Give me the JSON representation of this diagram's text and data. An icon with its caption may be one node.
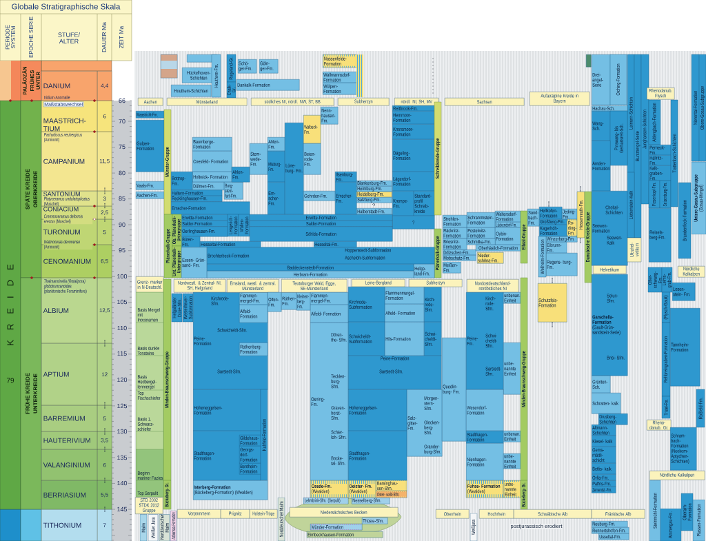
{
  "diagram": {
    "title": "Globale Stratigraphische Skala",
    "nodes": [
      {
        "text": [
          "K R E I D E",
          "79"
        ]
      },
      {
        "text": [
          "PALÄOZÄN",
          "FRÜHES UNTER"
        ]
      },
      {
        "text": [
          "SPÄTE KREIDE",
          "OBERKREIDE"
        ]
      },
      {
        "text": [
          "FRÜHE KREIDE",
          "UNTERKREIDE"
        ]
      },
      {
        "text": [
          "DANIUM"
        ],
        "beside": [
          "4,4"
        ]
      },
      {
        "text": [
          "MAASTRICH- TIUM"
        ],
        "beside": [
          "6"
        ]
      },
      {
        "text": [
          "CAMPANIUM"
        ],
        "beside": [
          "11,5"
        ]
      },
      {
        "text": [
          "SANTONIUM"
        ],
        "beside": [
          "3"
        ]
      },
      {
        "text": [
          "CONIACIUM"
        ],
        "beside": [
          "2,5"
        ]
      },
      {
        "text": [
          "TURONIUM"
        ],
        "beside": [
          "5"
        ]
      },
      {
        "text": [
          "CENOMANIUM"
        ],
        "beside": [
          "6,5"
        ]
      },
      {
        "text": [
          "ALBIUM"
        ],
        "beside": [
          "12,5"
        ]
      },
      {
        "text": [
          "APTIUM"
        ],
        "beside": [
          "12"
        ]
      },
      {
        "text": [
          "BARREMIUM"
        ],
        "beside": [
          "5"
        ]
      },
      {
        "text": [
          "HAUTERIVIUM"
        ],
        "beside": [
          "3,5"
        ]
      },
      {
        "text": [
          "VALANGINIUM"
        ],
        "beside": [
          "6"
        ]
      },
      {
        "text": [
          "BERRIASIUM"
        ],
        "beside": [
          "5,5"
        ]
      },
      {
        "text": [
          "TITHONIUM"
        ],
        "beside": [
          "7"
        ]
      },
      {
        "text": [],
        "shape": "box"
      },
      {
        "text": [],
        "shape": "box"
      },
      {
        "text": [
          "Hückelhoven- Schichten"
        ]
      },
      {
        "text": [
          "Houthem-Schichten"
        ]
      },
      {
        "text": [
          "Houthem-Fm."
        ]
      },
      {
        "text": [
          "Rugeland-Gr."
        ]
      },
      {
        "text": [
          "Chalk- Gr."
        ]
      },
      {
        "text": [
          "Schö- ger-Fm."
        ]
      },
      {
        "text": [
          "Göln- ger-Fm."
        ]
      },
      {
        "text": [
          "Dankalk-Formation"
        ]
      },
      {
        "text": [
          "Nassenfelde- Formation"
        ]
      },
      {
        "text": [
          "Wallmannsdorf- Formation"
        ]
      },
      {
        "text": [
          "Wülpen- Formation"
        ]
      },
      {
        "text": [],
        "shape": "bar"
      },
      {
        "text": [],
        "shape": "box"
      },
      {
        "text": [
          "Drei- angel- Serie"
        ]
      },
      {
        "text": [
          "Oiching-Formation"
        ]
      },
      {
        "text": [
          "Leimern-Schichten"
        ]
      },
      {
        "text": [
          "Buntmergel-Serie"
        ]
      },
      {
        "text": [
          "Junghansen-Schichten"
        ]
      },
      {
        "text": [
          "Nierental-Formation"
        ]
      },
      {
        "text": [
          "Obere-Gosau-Subgruppe"
        ]
      },
      {
        "text": [
          "Aachen"
        ]
      },
      {
        "text": [
          "Münsterland"
        ]
      },
      {
        "text": [
          "südliches NI, nördl. NW, ST, BB"
        ]
      },
      {
        "text": [
          "Subherzyn"
        ]
      },
      {
        "text": [
          "nördl. NI, SH, MV"
        ]
      },
      {
        "text": [
          "Sachsen"
        ]
      },
      {
        "text": [
          "Außeralpine Kreide in Bayern"
        ]
      },
      {
        "text": [
          "Rhenodanub. Flysch"
        ]
      },
      {
        "text": [
          "Maastricht-Fm."
        ]
      },
      {
        "text": [
          "Gulpen- Formation"
        ]
      },
      {
        "text": [
          "Vaals-Fm."
        ]
      },
      {
        "text": [
          "Aachen-Fm."
        ]
      },
      {
        "text": [
          "Münster-Gruppe"
        ]
      },
      {
        "text": [
          "Baumberge- Formation"
        ]
      },
      {
        "text": [
          "Coesfeld- Formation"
        ]
      },
      {
        "text": [
          "Holtwick- Formation"
        ]
      },
      {
        "text": [
          "Bottrop- Fm."
        ]
      },
      {
        "text": [
          "Dülmen-Fm."
        ]
      },
      {
        "text": [
          "Burg- stein- furt-Fm."
        ]
      },
      {
        "text": [
          "Ahlen- Fm."
        ]
      },
      {
        "text": [
          "Haltern-Formation"
        ]
      },
      {
        "text": [
          "Recklinghausen-Fm."
        ]
      },
      {
        "text": [
          "Emscher-Formation"
        ]
      },
      {
        "text": [
          "Stem- wede- Fm."
        ]
      },
      {
        "text": [
          "Ahlen- Fm."
        ]
      },
      {
        "text": [
          "Misburg- Fm."
        ]
      },
      {
        "text": [
          "Em- scher- Fm."
        ]
      },
      {
        "text": [
          "Lüne- burg- Fm."
        ]
      },
      {
        "text": [
          "Walbeck- Fm."
        ]
      },
      {
        "text": [
          "Beien- rode- Fm."
        ]
      },
      {
        "text": [
          "Nenn- hausen- Fm."
        ]
      },
      {
        "text": [
          "Gehrden-Fm."
        ]
      },
      {
        "text": [
          "Ilsenburg- Fm."
        ]
      },
      {
        "text": [
          "Emscher- Fm."
        ]
      },
      {
        "text": [
          "Blankenburg-Fm."
        ]
      },
      {
        "text": [
          "Heimburg-Fm."
        ]
      },
      {
        "text": [
          "Heidelberg-Fm."
        ]
      },
      {
        "text": [
          "Salzberg-Fm."
        ]
      },
      {
        "text": [
          "Halberstadt-Fm."
        ]
      },
      {
        "text": [
          "Reitbrook-Fm."
        ]
      },
      {
        "text": [
          "Hemmoor- Formation"
        ]
      },
      {
        "text": [
          "Kronsmoor- Formation"
        ]
      },
      {
        "text": [
          "Dägeling- Formation"
        ]
      },
      {
        "text": [
          "Lägerdorf- Formation"
        ]
      },
      {
        "text": [
          "Krempe- Fm."
        ]
      },
      {
        "text": [
          "Standard- profil Schreib- kreide"
        ]
      },
      {
        "text": [
          "?"
        ]
      },
      {
        "text": [
          "Schreibkreide-Gruppe"
        ]
      },
      {
        "text": [
          "Plänerkalk-Gruppe"
        ]
      },
      {
        "text": [
          "Erwitte-Formation"
        ]
      },
      {
        "text": [
          "Salder-Formation"
        ]
      },
      {
        "text": [
          "Oerlinghausen-Fm."
        ]
      },
      {
        "text": [
          "Büren- Fm."
        ]
      },
      {
        "text": [
          "Lengerich- Formation"
        ]
      },
      {
        "text": [
          "Wüllen- Formation"
        ]
      },
      {
        "text": [
          "Plänerkalk-Gruppe"
        ]
      },
      {
        "text": [
          "Ob. Plänerkalk- Untergruppe"
        ]
      },
      {
        "text": [
          "Unt. Plänerkalk- Untergruppe"
        ]
      },
      {
        "text": [
          "Hesseltal-Formation"
        ]
      },
      {
        "text": [
          "Essen- Grün- sand- Fm."
        ]
      },
      {
        "text": [
          "Erwitte-Formation"
        ]
      },
      {
        "text": [
          "Salder-Formation"
        ]
      },
      {
        "text": [
          "Söhlde-Formation"
        ]
      },
      {
        "text": [
          "Hesseltal-Fm."
        ]
      },
      {
        "text": [
          "Brochterbeck-Formation"
        ]
      },
      {
        "text": [
          "Hoppenstedt-Subformation"
        ],
        "in": 104
      },
      {
        "text": [
          "Ascheloh-Subformation"
        ],
        "in": 104
      },
      {
        "text": [
          "Baddeckenstedt-Formation"
        ]
      },
      {
        "text": [
          "Herbram-Formation"
        ]
      },
      {
        "text": [
          "Helgo- land-Fm."
        ]
      },
      {
        "text": [
          "Strehlen- Formation"
        ]
      },
      {
        "text": [
          "Schrammstein- Formation"
        ]
      },
      {
        "text": [
          "Waltersdorf- Formation"
        ]
      },
      {
        "text": [
          "Lückendorf-Fm."
        ]
      },
      {
        "text": [
          "Räcknitz- Formation"
        ]
      },
      {
        "text": [
          "Postelwitz- Formation"
        ]
      },
      {
        "text": [
          "Oybin- Formation"
        ]
      },
      {
        "text": [
          "Briesnitz- Formation"
        ]
      },
      {
        "text": [
          "Schmilka-Fm."
        ]
      },
      {
        "text": [
          "Dölzschen-Fm."
        ]
      },
      {
        "text": [
          "Mobschatz-Fm."
        ]
      },
      {
        "text": [
          "Oberhäslich-Formation"
        ]
      },
      {
        "text": [
          "Meißen- Fm."
        ]
      },
      {
        "text": [
          "Nieder- schöna-Fm."
        ]
      },
      {
        "text": [
          "Elbtal-Gruppe"
        ]
      },
      {
        "text": [
          "Sand- bach- Fm."
        ]
      },
      {
        "text": [
          "Hellkofen- Formation"
        ]
      },
      {
        "text": [
          "Jeding- Fm."
        ]
      },
      {
        "text": [
          "Großberg-Fm."
        ]
      },
      {
        "text": [
          "Kagerhöh- Formation"
        ]
      },
      {
        "text": [
          "Ro- ding- Fm."
        ]
      },
      {
        "text": [
          "Winzerberg-Fm."
        ]
      },
      {
        "text": [
          "Eibrunn- Fm."
        ]
      },
      {
        "text": [
          "Regens- burg- Fm."
        ]
      },
      {
        "text": [
          "Wellheim-Formation"
        ]
      },
      {
        "text": [
          "Hessenreuth-Fm."
        ]
      },
      {
        "text": [
          "Danubische Kreide-Gruppe"
        ]
      },
      {
        "text": [
          "Hachau-Sch."
        ]
      },
      {
        "text": [
          "Wang- Sch."
        ]
      },
      {
        "text": [
          "Pinswang- bis Gerhartsreit-Sch."
        ]
      },
      {
        "text": [
          "Amden- Formation"
        ]
      },
      {
        "text": [
          "Seewen- Formation"
        ]
      },
      {
        "text": [
          "Choltal- Schichten"
        ],
        "in": 141
      },
      {
        "text": [
          "Seewen- Kalk"
        ],
        "in": 141
      },
      {
        "text": [
          "Liebenstein-Kalk"
        ]
      },
      {
        "text": [
          "Ultrahel- vetikum"
        ]
      },
      {
        "text": [
          "Helvetikum"
        ]
      },
      {
        "text": [
          "Altlengbach-Formation"
        ]
      },
      {
        "text": [
          "Perneck- Fm."
        ]
      },
      {
        "text": [
          "Hällritz- Fm."
        ]
      },
      {
        "text": [
          "Kalk- graben- Fm."
        ]
      },
      {
        "text": [
          "Piesenkopf-Fm."
        ]
      },
      {
        "text": [
          "Seisenburg-Fm."
        ]
      },
      {
        "text": [
          "Reisels- berg-Fm."
        ]
      },
      {
        "text": [
          "Trattenbach-Schichten"
        ]
      },
      {
        "text": [
          "Brandenfleck-Formation"
        ]
      },
      {
        "text": [
          "**Untere-Gosau-Subgruppe** (Gosau-Mergel)"
        ]
      },
      {
        "text": [
          "Nördliche Kalkalpen"
        ]
      },
      {
        "text": [
          "Ofter- schwang-Fm."
        ]
      },
      {
        "text": [
          "Leims- grub-Fm."
        ]
      },
      {
        "text": [
          "Grenz- marker in N-Deutschl."
        ]
      },
      {
        "text": [
          "Minden-Braunschweig-Gruppe"
        ]
      },
      {
        "text": [
          "Bückeberg- Gr."
        ]
      },
      {
        "text": [
          "Nordwestl. & Zentral- NI, SH, Helgoland"
        ]
      },
      {
        "text": [
          "Helgoländer Düne-Sfm."
        ]
      },
      {
        "text": [
          "Westerhever- Subformation"
        ]
      },
      {
        "text": [
          "Peine- Formation"
        ]
      },
      {
        "text": [
          "Kirchrode- Sfm."
        ],
        "in": 166
      },
      {
        "text": [
          "Schwicheldt-Sfm."
        ],
        "in": 166
      },
      {
        "text": [
          "Sarstedt-Sfm."
        ],
        "in": 166
      },
      {
        "text": [
          "Flammen- mergel-Fm."
        ],
        "in": 166
      },
      {
        "text": [
          "Alfeld- Formation"
        ],
        "in": 166
      },
      {
        "text": [
          "Rothenberg- Formation"
        ],
        "in": 166
      },
      {
        "text": [
          "Hoheneggelsen- Formation"
        ]
      },
      {
        "text": [
          "Stadthagen- Formation"
        ]
      },
      {
        "text": [
          "Gildehaus- Formation"
        ],
        "in": 174
      },
      {
        "text": [
          "Georgs- dorf- Formation"
        ],
        "in": 174
      },
      {
        "text": [
          "Bentheim- Formation"
        ],
        "in": 174
      },
      {
        "text": [
          "Kuhfeld-Formation"
        ]
      },
      {
        "text": [
          "**Isterberg-Formation** (Bückeberg-Formation) (Wealden)"
        ]
      },
      {
        "text": [
          "Emsland, westl. & zentral. Münsterland"
        ]
      },
      {
        "text": [
          "Olfen- Fm."
        ]
      },
      {
        "text": [
          "Rüthen- Fm."
        ]
      },
      {
        "text": [
          "Kleinen- berg- Fm."
        ]
      },
      {
        "text": [
          "Teutoburger Wald, Egge, SE-Münsterland"
        ]
      },
      {
        "text": [
          "Flammen- mergel-Fm."
        ]
      },
      {
        "text": [
          "Alfeld- Formation"
        ]
      },
      {
        "text": [
          "Osning- Fm."
        ]
      },
      {
        "text": [
          "Dören- the- Sfm."
        ],
        "in": 187
      },
      {
        "text": [
          "Tecklen- burg- Sfm."
        ],
        "in": 187
      },
      {
        "text": [
          "Graven- horst- Sfm."
        ],
        "in": 187
      },
      {
        "text": [
          "Schier- loh- Sfm."
        ],
        "in": 187
      },
      {
        "text": [
          "Bocke- tal- Sfm."
        ],
        "in": 187
      },
      {
        "text": [
          "**Osede-Fm.** (Wealden)"
        ]
      },
      {
        "text": [
          "Leine-Bergland"
        ]
      },
      {
        "text": [
          "Kirchrode- Subformation"
        ]
      },
      {
        "text": [
          "Schwicheldt- Subformation"
        ]
      },
      {
        "text": [
          "Flammenmergel- Formation"
        ]
      },
      {
        "text": [
          "Alfeld- Formation"
        ]
      },
      {
        "text": [
          "Hils-Formation"
        ]
      },
      {
        "text": [
          "Kirch- rode- Sfm."
        ]
      },
      {
        "text": [
          "Schwi- cheldt- Sfm."
        ]
      },
      {
        "text": [
          "Peine-Formation"
        ]
      },
      {
        "text": [
          "Sarstedt-Sfm."
        ],
        "in": 202
      },
      {
        "text": [
          "Hoheneggelsen- Formation"
        ]
      },
      {
        "text": [
          "Stadthagen- Formation"
        ]
      },
      {
        "text": [
          "Salz- gitter- Fm."
        ]
      },
      {
        "text": [
          "Morgen- stern- Sfm."
        ],
        "in": 206
      },
      {
        "text": [
          "Glocken- berg- Sfm."
        ],
        "in": 206
      },
      {
        "text": [
          "Grander- burg-Sfm."
        ],
        "in": 206
      },
      {
        "text": [
          "**Deister- Fm.** (Wealden)"
        ]
      },
      {
        "text": [
          "Barsinghau- sen-Sfm."
        ]
      },
      {
        "text": [
          "Oster- wald-Sfm."
        ]
      },
      {
        "text": [
          "Subherzyn"
        ]
      },
      {
        "text": [
          "Quedlin- burg- Fm."
        ]
      },
      {
        "text": [
          "Nordostdeutschland- nordöstliches NI"
        ]
      },
      {
        "text": [
          "Peine- Fm."
        ]
      },
      {
        "text": [
          "Kirch- rode- Sfm."
        ],
        "in": 216
      },
      {
        "text": [
          "Schwi- cheldt- Sfm."
        ],
        "in": 216
      },
      {
        "text": [
          "Sarstedt- Sfm."
        ],
        "in": 216
      },
      {
        "text": [
          "unbenan. Einheit"
        ]
      },
      {
        "text": [
          "unbe- nannte Einheit"
        ]
      },
      {
        "text": [
          "Wesendorf- Formation"
        ]
      },
      {
        "text": [
          "Stadthagen- Formation"
        ]
      },
      {
        "text": [
          "unbenan. Einheit"
        ]
      },
      {
        "text": [
          "Nienhagen- Formation"
        ]
      },
      {
        "text": [
          "unbe- nannte Einheit"
        ]
      },
      {
        "text": [
          "**Fuhse- Formation** (Wealden)"
        ]
      },
      {
        "text": [
          "unbe- nannte Einheit"
        ]
      },
      {
        "text": [
          "Minden-Braunschweig-Gruppe"
        ]
      },
      {
        "text": [
          "Bückeberg- Gr."
        ]
      },
      {
        "text": [
          "Schutzfels- Formation"
        ]
      },
      {
        "text": [
          "**Garschella- Formation** (Gault-Grün- sandstein-Serie)"
        ]
      },
      {
        "text": [
          "Selun- Sfm."
        ],
        "in": 232
      },
      {
        "text": [
          "Brisi- Sfm."
        ],
        "in": 232
      },
      {
        "text": [
          "Grünten- Sch."
        ]
      },
      {
        "text": [
          "Schratten- kalk"
        ]
      },
      {
        "text": [
          "Drusberg- Schichten"
        ]
      },
      {
        "text": [
          "Altmann- Schichten"
        ]
      },
      {
        "text": [
          "Kiesel- kalk"
        ]
      },
      {
        "text": [
          "Gems- mättli- schicht"
        ]
      },
      {
        "text": [
          "Betlis- kalk"
        ]
      },
      {
        "text": [
          "Örfla-Fm."
        ]
      },
      {
        "text": [
          "Palfris-Fm."
        ]
      },
      {
        "text": [
          "Zementst.-Fm."
        ]
      },
      {
        "text": [
          "(Flysch-Gault)"
        ]
      },
      {
        "text": [
          "Rehbreingraben-Formation"
        ]
      },
      {
        "text": [
          "Tristel-Fm."
        ]
      },
      {
        "text": [
          "Rheno- danub. Gr."
        ]
      },
      {
        "text": [
          "Losen- stein- Fm."
        ]
      },
      {
        "text": [
          "Tannheim- Formation"
        ]
      },
      {
        "text": [
          "Roßfeld-Fm."
        ]
      },
      {
        "text": [
          "Schram- bach- Formation (Neokom- Aptychen- Schichten)"
        ]
      },
      {
        "text": [
          "Nördliche Kalkalpen"
        ]
      },
      {
        "text": [
          "STD 2002 STDK 2012 Gruppe"
        ]
      },
      {
        "text": [
          "Malm"
        ]
      },
      {
        "text": [
          "Weißer Jura"
        ]
      },
      {
        "text": [
          "Norddeutscher Malm"
        ]
      },
      {
        "text": [
          "Aabenraa-Formation"
        ]
      },
      {
        "text": [
          "Vorpommern"
        ]
      },
      {
        "text": [
          "Prignitz"
        ]
      },
      {
        "text": [
          "Holstein-Tröge"
        ]
      },
      {
        "text": [
          "Norddeutscher Malm"
        ]
      },
      {
        "text": [
          "Niedersächsisches Becken"
        ]
      },
      {
        "text": [
          "Lehmbrink-Sfm. (Serpulit)"
        ]
      },
      {
        "text": [
          "Nesselberg-Sfm."
        ]
      },
      {
        "text": [
          "Thüste-Sfm."
        ]
      },
      {
        "text": [
          "Münder-Formation"
        ]
      },
      {
        "text": [
          "Eimbeckhausen-Formation"
        ]
      },
      {
        "text": [
          "Oberrhein"
        ]
      },
      {
        "text": [
          "Weißjura"
        ]
      },
      {
        "text": [
          "Hochrhein"
        ]
      },
      {
        "text": [
          "Schwäbische Alb"
        ]
      },
      {
        "text": [
          "Fränkische Alb"
        ]
      },
      {
        "text": [
          "Neuburg-Fm."
        ]
      },
      {
        "text": [
          "Rennertshofen-Fm."
        ]
      },
      {
        "text": [
          "Usseltal-Fm."
        ]
      },
      {
        "text": [
          "Steinmühl-Formation"
        ]
      },
      {
        "text": [
          "Ammergau-Fm."
        ]
      },
      {
        "text": [
          "Oberalm- Formation"
        ]
      },
      {
        "text": [
          "Plassen-Formation"
        ]
      },
      {
        "text": [
          "Basis Mergel mit Inoceramen",
          "Basis dunkle Tonsteine",
          "Basis Hedbergel- lenmergel",
          "Top Fischschiefer",
          "Basis 1. Schwarz- schiefer",
          "Beginn mariner Fazies",
          "Top Serpulit"
        ]
      }
    ],
    "labels": [
      "PERIODE SYSTEM",
      "EPOCHE SERIE",
      "STUFE/ ALTER",
      "DAUER Ma",
      "ZEIT Ma",
      "Iridium-Anomalie",
      "Maßstabswechsel",
      "*Pachydiscus neubergicus* (Ammonit)",
      "*Platyceramus undulatoplicatus* (Muschel)",
      "*Cremnoceramus deformis erectus* (Muschel)",
      "*Watinoceras devonense* (Ammonit)",
      "*Thalmanninella (Rotalipora) globotruncanoides* (planktonische Foraminifere)",
      "66",
      "70",
      "75",
      "80",
      "85",
      "90",
      "95",
      "100",
      "105",
      "110",
      "115",
      "120",
      "125",
      "130",
      "135",
      "140",
      "145",
      "?",
      "postjurassisch erodiert"
    ]
  }
}
